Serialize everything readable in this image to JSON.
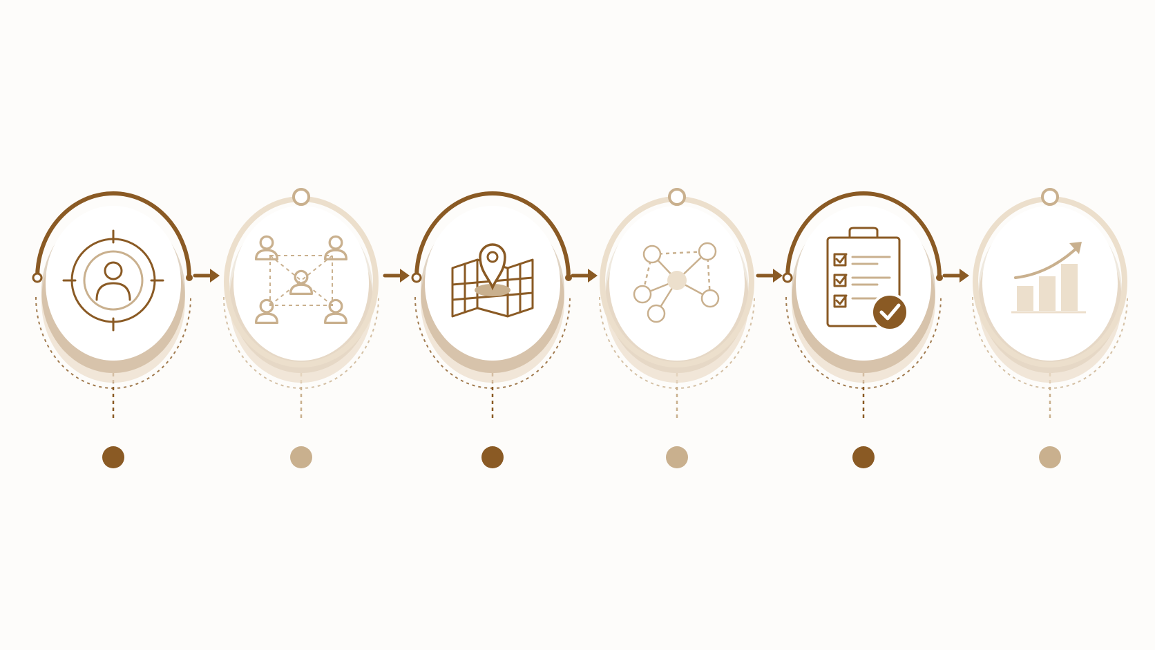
{
  "diagram": {
    "type": "process-flow",
    "steps": [
      {
        "icon": "target-user-icon",
        "variant": "dark"
      },
      {
        "icon": "people-network-icon",
        "variant": "light"
      },
      {
        "icon": "map-location-pin-icon",
        "variant": "dark"
      },
      {
        "icon": "node-network-icon",
        "variant": "light"
      },
      {
        "icon": "clipboard-checklist-icon",
        "variant": "dark"
      },
      {
        "icon": "growth-bar-chart-icon",
        "variant": "light"
      }
    ],
    "colors": {
      "dark": "#8a5a24",
      "light": "#c9b08e",
      "pale": "#ecdfcc",
      "background": "#fdfcfa"
    }
  }
}
